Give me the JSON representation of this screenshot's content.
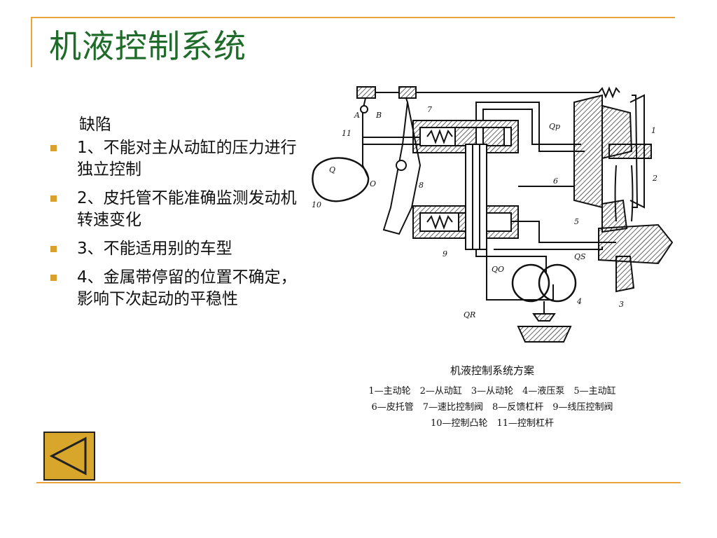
{
  "title": "机液控制系统",
  "subheading": "缺陷",
  "bullets": [
    "1、不能对主从动缸的压力进行独立控制",
    "2、皮托管不能准确监测发动机转速变化",
    "3、不能适用别的车型",
    "4、金属带停留的位置不确定，影响下次起动的平稳性"
  ],
  "figure": {
    "labels": {
      "A": "A",
      "B": "B",
      "O": "O",
      "Q": "Q",
      "Qp": "Qp",
      "Qo": "QO",
      "Qs": "QS",
      "Qr": "QR",
      "n1": "1",
      "n2": "2",
      "n3": "3",
      "n4": "4",
      "n5": "5",
      "n6": "6",
      "n7": "7",
      "n8": "8",
      "n9": "9",
      "n10": "10",
      "n11": "11"
    },
    "caption_title": "机液控制系统方案",
    "caption_lines": [
      "1—主动轮　2—从动缸　3—从动轮　4—液压泵　5—主动缸",
      "6—皮托管　7—速比控制阀　8—反馈杠杆　9—线压控制阀",
      "10—控制凸轮　11—控制杠杆"
    ]
  },
  "colors": {
    "title": "#1e6b2a",
    "accent_rule": "#e8a33a",
    "bullet": "#d9a12b",
    "button": "#d8a62a"
  },
  "icons": {
    "back_button": "triangle-left-icon"
  }
}
